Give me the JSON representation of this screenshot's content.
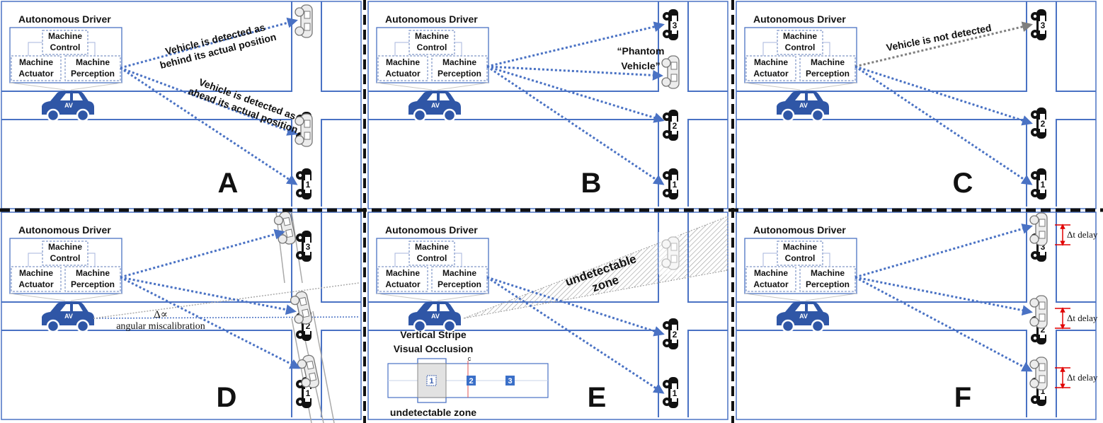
{
  "common": {
    "driver_title": "Autonomous Driver",
    "machine_control": [
      "Machine",
      "Control"
    ],
    "machine_actuator": [
      "Machine",
      "Actuator"
    ],
    "machine_perception": [
      "Machine",
      "Perception"
    ],
    "av_label": "AV"
  },
  "panels": {
    "A": {
      "letter": "A",
      "annot_behind": [
        "Vehicle is detected as",
        "behind its actual position"
      ],
      "annot_ahead": [
        "Vehicle is detected as",
        "ahead its actual position"
      ]
    },
    "B": {
      "letter": "B",
      "phantom": [
        "“Phantom",
        "Vehicle”"
      ]
    },
    "C": {
      "letter": "C",
      "not_detected": "Vehicle is not detected"
    },
    "D": {
      "letter": "D",
      "delta": "Δ∝",
      "angular": "angular miscalibration"
    },
    "E": {
      "letter": "E",
      "undetectable_zone": [
        "undetectable",
        "zone"
      ],
      "stripe_title": [
        "Vertical Stripe",
        "Visual Occlusion"
      ],
      "stripe_bottom": "undetectable zone",
      "stripe_c": "c",
      "stripe_nums": [
        "1",
        "2",
        "3"
      ]
    },
    "F": {
      "letter": "F",
      "delay": "Δt delay"
    }
  },
  "vehicle_numbers": [
    "1",
    "2",
    "3"
  ],
  "colors": {
    "road": "#4a72c4",
    "arrow": "#4a72c4",
    "gray_arrow": "#7f7f7f",
    "car": "#2f56a6",
    "dashed_box": "#8096c8",
    "delay_red": "#e00000"
  }
}
